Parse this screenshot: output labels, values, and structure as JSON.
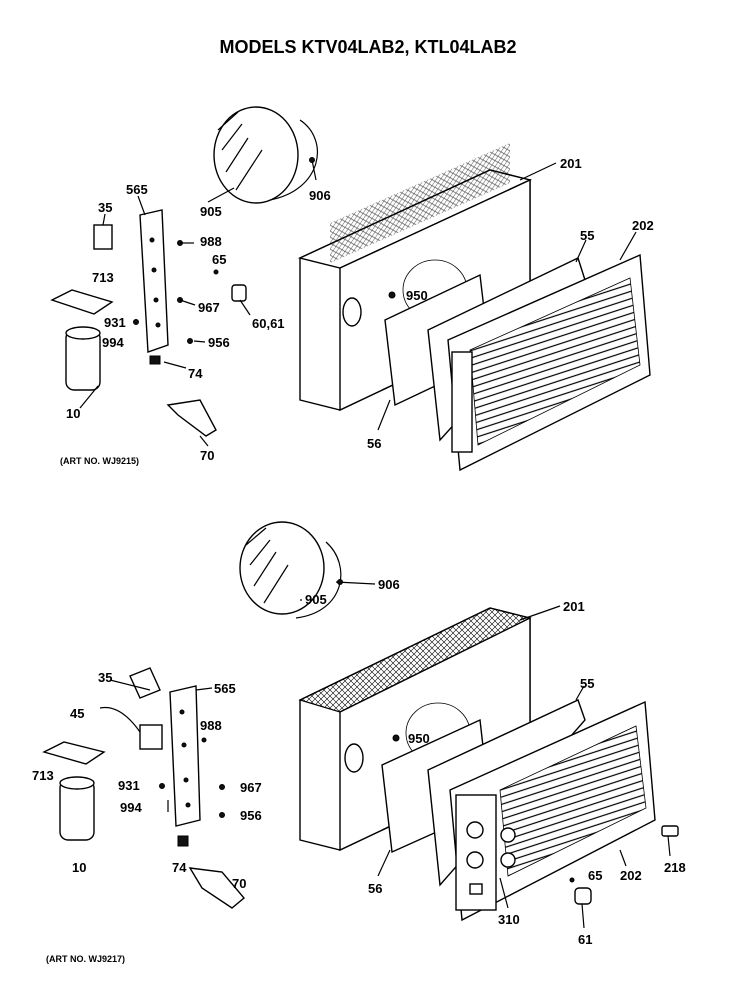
{
  "title": "MODELS KTV04LAB2, KTL04LAB2",
  "top": {
    "art_no": "(ART NO. WJ9215)",
    "labels": {
      "l905": "905",
      "l906": "906",
      "l201": "201",
      "l565": "565",
      "l35": "35",
      "l988": "988",
      "l65": "65",
      "l713": "713",
      "l967": "967",
      "l6061": "60,61",
      "l931": "931",
      "l994": "994",
      "l956": "956",
      "l74": "74",
      "l10": "10",
      "l70": "70",
      "l950": "950",
      "l55": "55",
      "l202": "202",
      "l56": "56"
    }
  },
  "bottom": {
    "art_no": "(ART NO. WJ9217)",
    "labels": {
      "l905": "905",
      "l906": "906",
      "l201": "201",
      "l35": "35",
      "l565": "565",
      "l45": "45",
      "l988": "988",
      "l713": "713",
      "l931": "931",
      "l967": "967",
      "l994": "994",
      "l956": "956",
      "l10": "10",
      "l74": "74",
      "l70": "70",
      "l950": "950",
      "l55": "55",
      "l56": "56",
      "l310": "310",
      "l65": "65",
      "l61": "61",
      "l202": "202",
      "l218": "218"
    }
  }
}
